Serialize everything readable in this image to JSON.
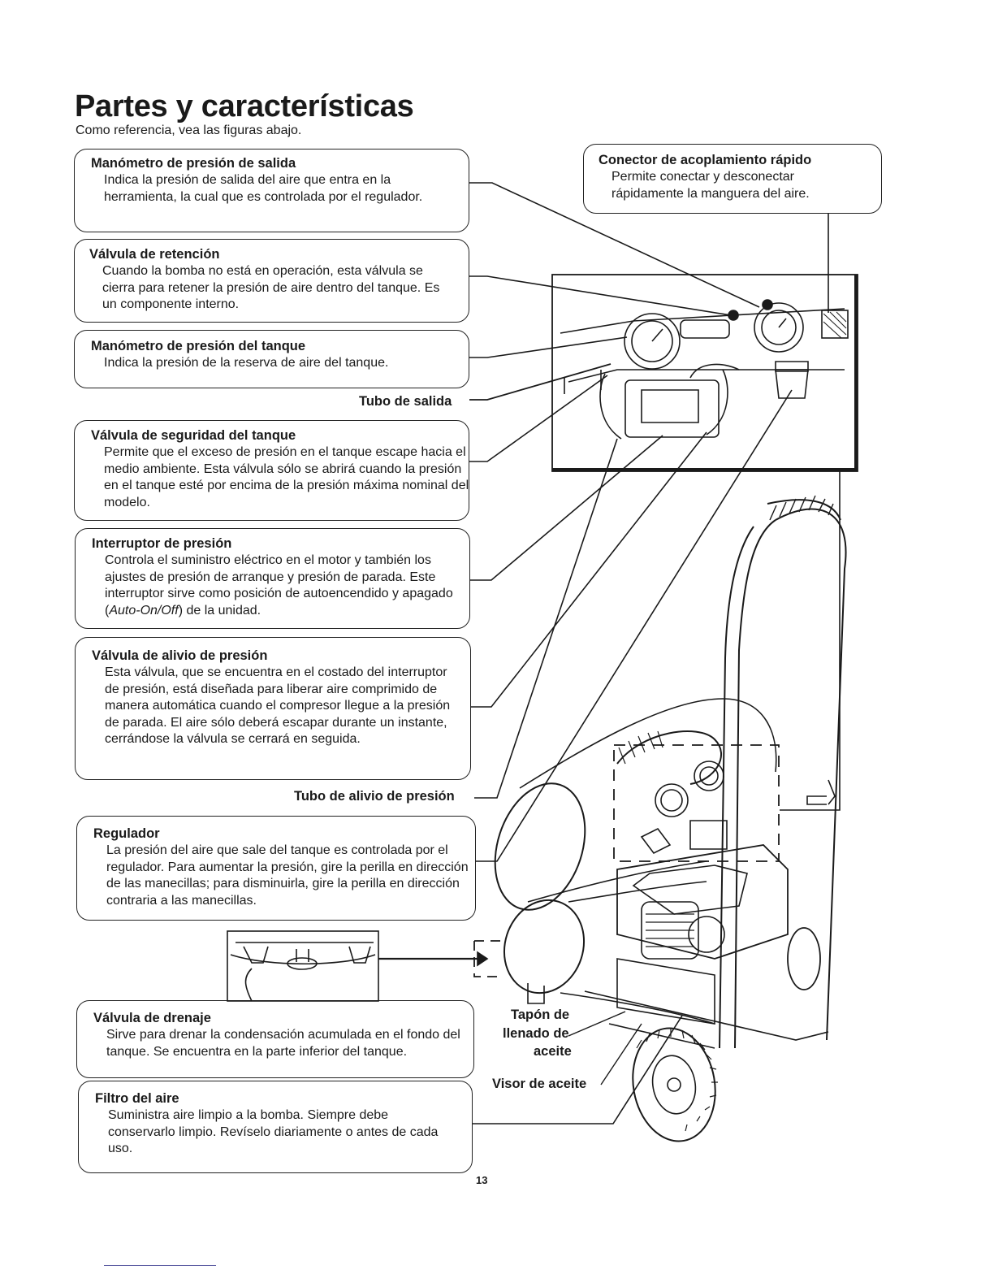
{
  "page": {
    "title": "Partes y características",
    "subtitle": "Como referencia, vea las figuras abajo.",
    "page_number": "13"
  },
  "boxes": {
    "outlet_gauge": {
      "heading": "Manómetro de presión de salida",
      "body": "Indica la presión de salida del aire que entra en la herramienta, la cual que es controlada por el regulador."
    },
    "check_valve": {
      "heading": "Válvula de retención",
      "body": "Cuando la bomba no está en operación, esta válvula se cierra para retener la presión de aire dentro del tanque. Es un componente interno."
    },
    "tank_gauge": {
      "heading": "Manómetro de presión del tanque",
      "body": "Indica la presión de la reserva de aire del tanque."
    },
    "safety_valve": {
      "heading": "Válvula de seguridad del tanque",
      "body": "Permite que el exceso de presión en el tanque escape hacia el medio ambiente. Esta válvula sólo se abrirá cuando la presión en el tanque esté por encima de la presión máxima nominal del modelo."
    },
    "pressure_switch": {
      "heading": "Interruptor de presión",
      "body_before": "Controla el suministro eléctrico en el motor y también los ajustes de presión de arranque y presión de parada. Este interruptor sirve como posición de autoencendido y apagado (",
      "body_italic": "Auto-On/Off",
      "body_after": ") de la unidad."
    },
    "relief_valve": {
      "heading": "Válvula de alivio de presión",
      "body": "Esta válvula, que se encuentra en el costado del interruptor de presión, está diseñada para liberar aire comprimido de manera automática cuando el compresor llegue a la presión de parada. El aire sólo deberá escapar durante un instante, cerrándose la válvula se cerrará en seguida."
    },
    "regulator": {
      "heading": "Regulador",
      "body": "La presión del aire que sale del tanque es controlada por el regulador. Para aumentar la presión, gire la perilla en dirección de las manecillas; para disminuirla, gire la perilla en dirección contraria a las manecillas."
    },
    "drain_valve": {
      "heading": "Válvula de drenaje",
      "body": "Sirve para drenar la condensación acumulada en el fondo del tanque. Se encuentra en la parte inferior del tanque."
    },
    "air_filter": {
      "heading": "Filtro del aire",
      "body": "Suministra aire limpio a la bomba. Siempre debe conservarlo limpio. Revíselo diariamente o antes de cada uso."
    },
    "quick_coupler": {
      "heading": "Conector de acoplamiento rápido",
      "body": "Permite conectar y desconectar rápidamente la manguera del aire."
    }
  },
  "labels": {
    "outlet_tube": "Tubo de salida",
    "relief_tube": "Tubo de alivio de presión",
    "oil_fill_line1": "Tapón de",
    "oil_fill_line2": "llenado de",
    "oil_fill_line3": "aceite",
    "oil_sight": "Visor de aceite"
  }
}
